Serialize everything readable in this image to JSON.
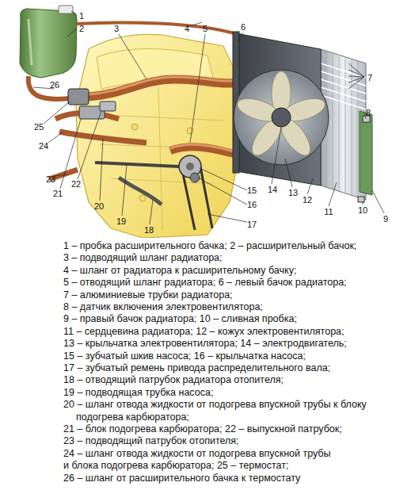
{
  "diagram": {
    "labels": [
      "1",
      "2",
      "3",
      "4",
      "5",
      "6",
      "7",
      "8",
      "9",
      "10",
      "11",
      "12",
      "13",
      "14",
      "15",
      "16",
      "17",
      "18",
      "19",
      "20",
      "21",
      "22",
      "23",
      "24",
      "25",
      "26",
      "1 – пробка расширительного бачка; 2 – расширительный бачок;",
      "3 – подводящий шланг радиатора;",
      "4 – шланг от радиатора к расширительному бачку;",
      "5 – отводящий шланг радиатора; 6 – левый бачок радиатора;",
      "7 – алюминиевые трубки радиатора;",
      "8 – датчик включения электровентилятора;",
      "9 – правый бачок радиатора; 10 – сливная пробка;",
      "11 – сердцевина радиатора; 12 – кожух электровентилятора;",
      "13 – крыльчатка электровентилятора; 14 – электродвигатель;",
      "15 – зубчатый шкив насоса; 16 – крыльчатка насоса;",
      "17 – зубчатый ремень привода распределительного вала;",
      "18 – отводящий патрубок радиатора отопителя;",
      "19 – подводящая трубка насоса;",
      "20 – шланг отвода жидкости от подогрева впускной трубы к блоку",
      "подогрева карбюратора;",
      "21 – блок подогрева карбюратора; 22 – выпускной патрубок;",
      "23 – подводящий патрубок отопителя;",
      "24 – шланг отвода жидкости от подогрева впускной трубы",
      "и блока подогрева карбюратора; 25 – термостат;",
      "26 – шланг от расширительного бачка к термостату"
    ]
  }
}
